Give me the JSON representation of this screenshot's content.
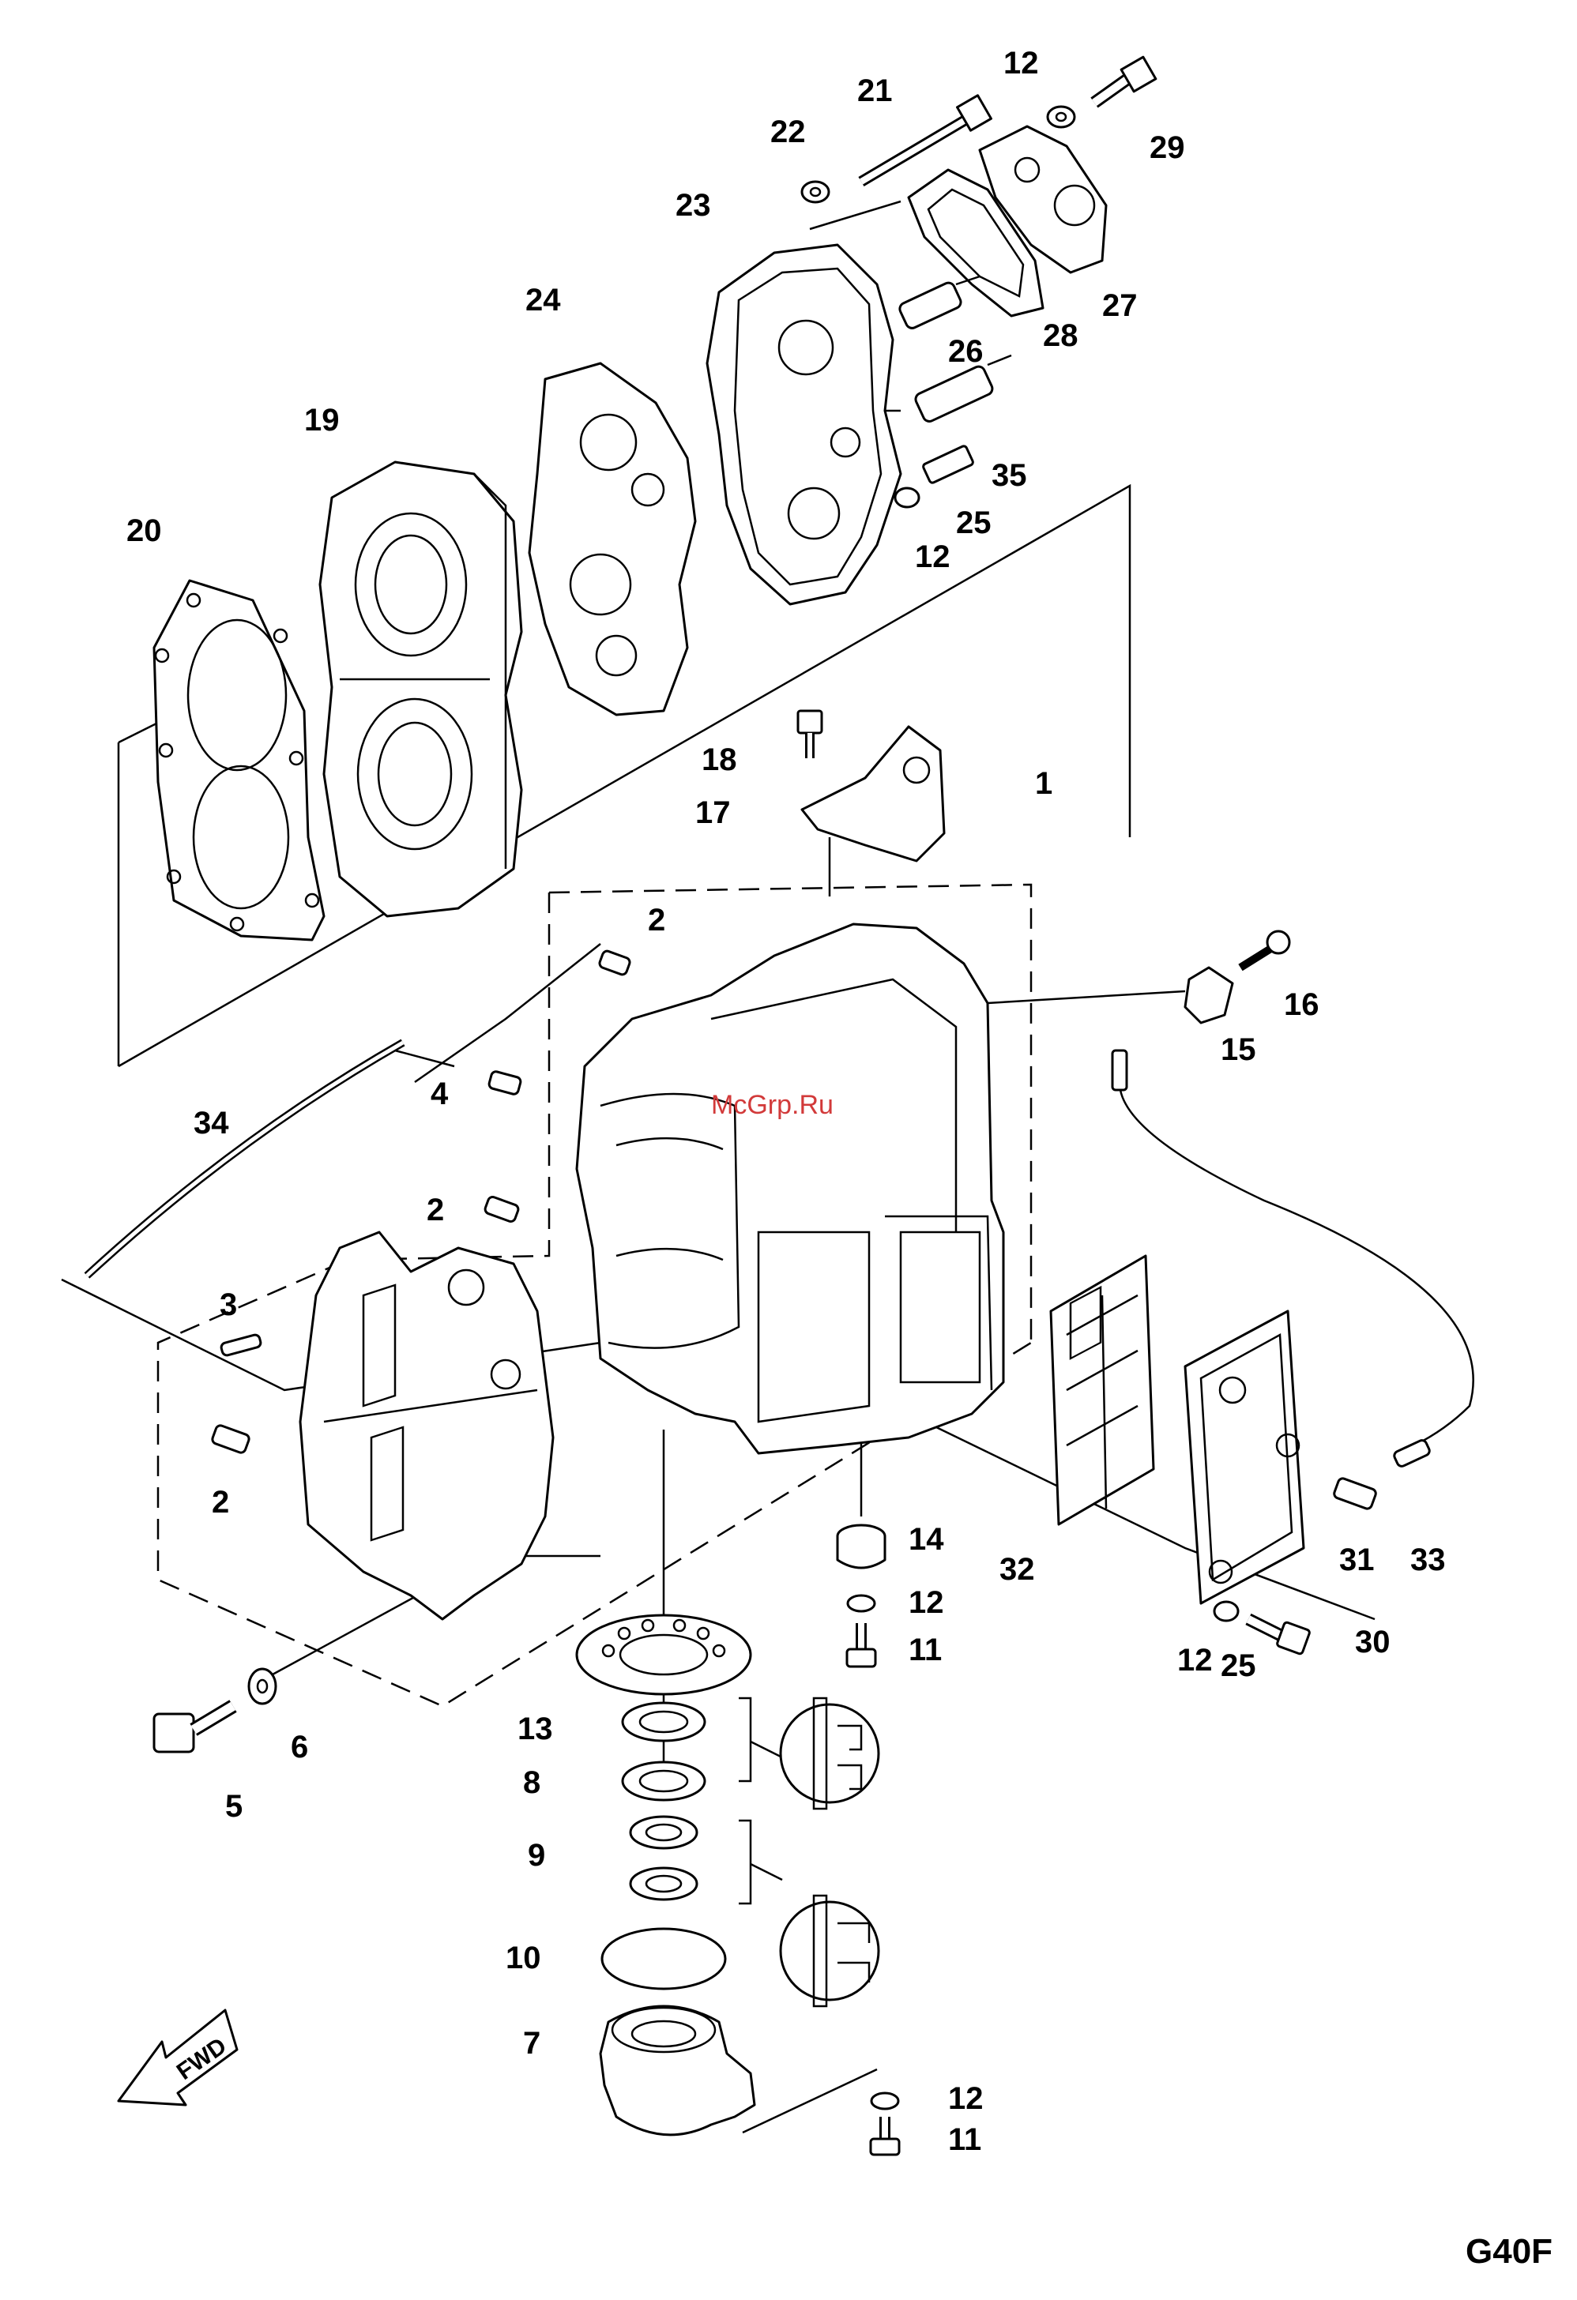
{
  "diagram": {
    "figure_code": "G40F",
    "watermark": "McGrp.Ru",
    "direction_label": "FWD",
    "callouts": [
      "1",
      "2",
      "2",
      "2",
      "3",
      "4",
      "5",
      "6",
      "7",
      "8",
      "9",
      "10",
      "11",
      "11",
      "12",
      "12",
      "12",
      "12",
      "12",
      "13",
      "14",
      "15",
      "16",
      "17",
      "18",
      "19",
      "20",
      "21",
      "22",
      "23",
      "24",
      "25",
      "25",
      "26",
      "27",
      "28",
      "29",
      "30",
      "31",
      "32",
      "33",
      "34",
      "35"
    ]
  }
}
